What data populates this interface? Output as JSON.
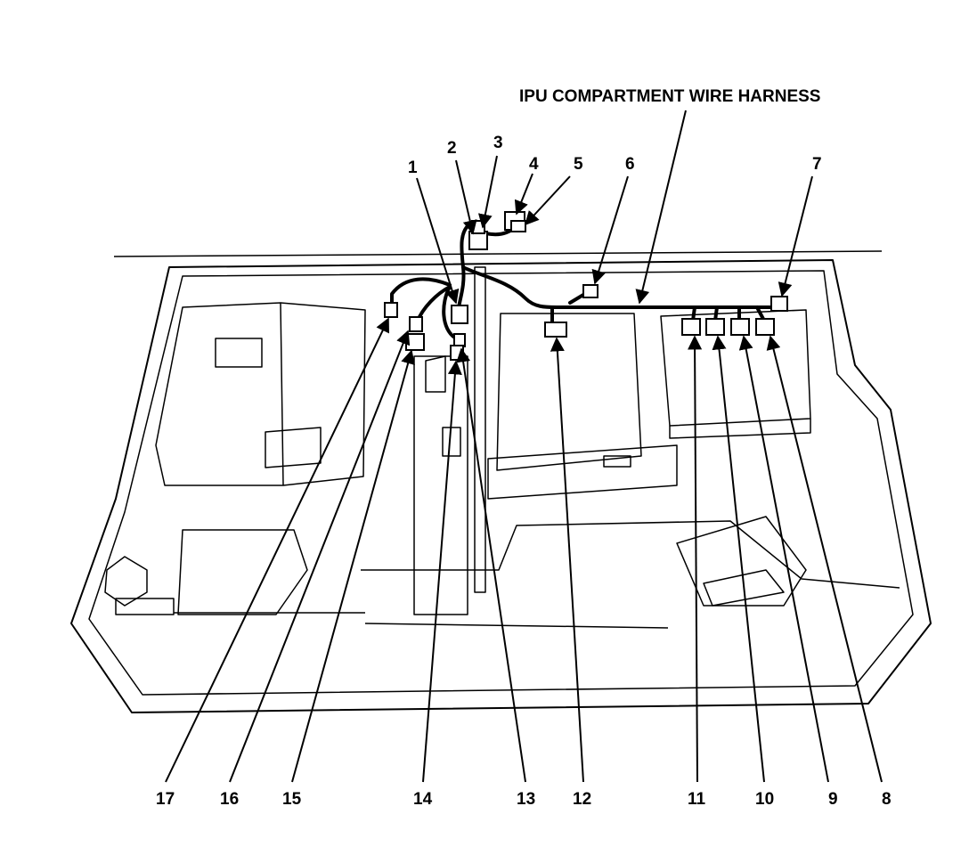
{
  "title": "IPU COMPARTMENT WIRE HARNESS",
  "callouts": [
    "1",
    "2",
    "3",
    "4",
    "5",
    "6",
    "7",
    "8",
    "9",
    "10",
    "11",
    "12",
    "13",
    "14",
    "15",
    "16",
    "17"
  ],
  "colors": {
    "ink": "#000000",
    "paper": "#ffffff"
  }
}
